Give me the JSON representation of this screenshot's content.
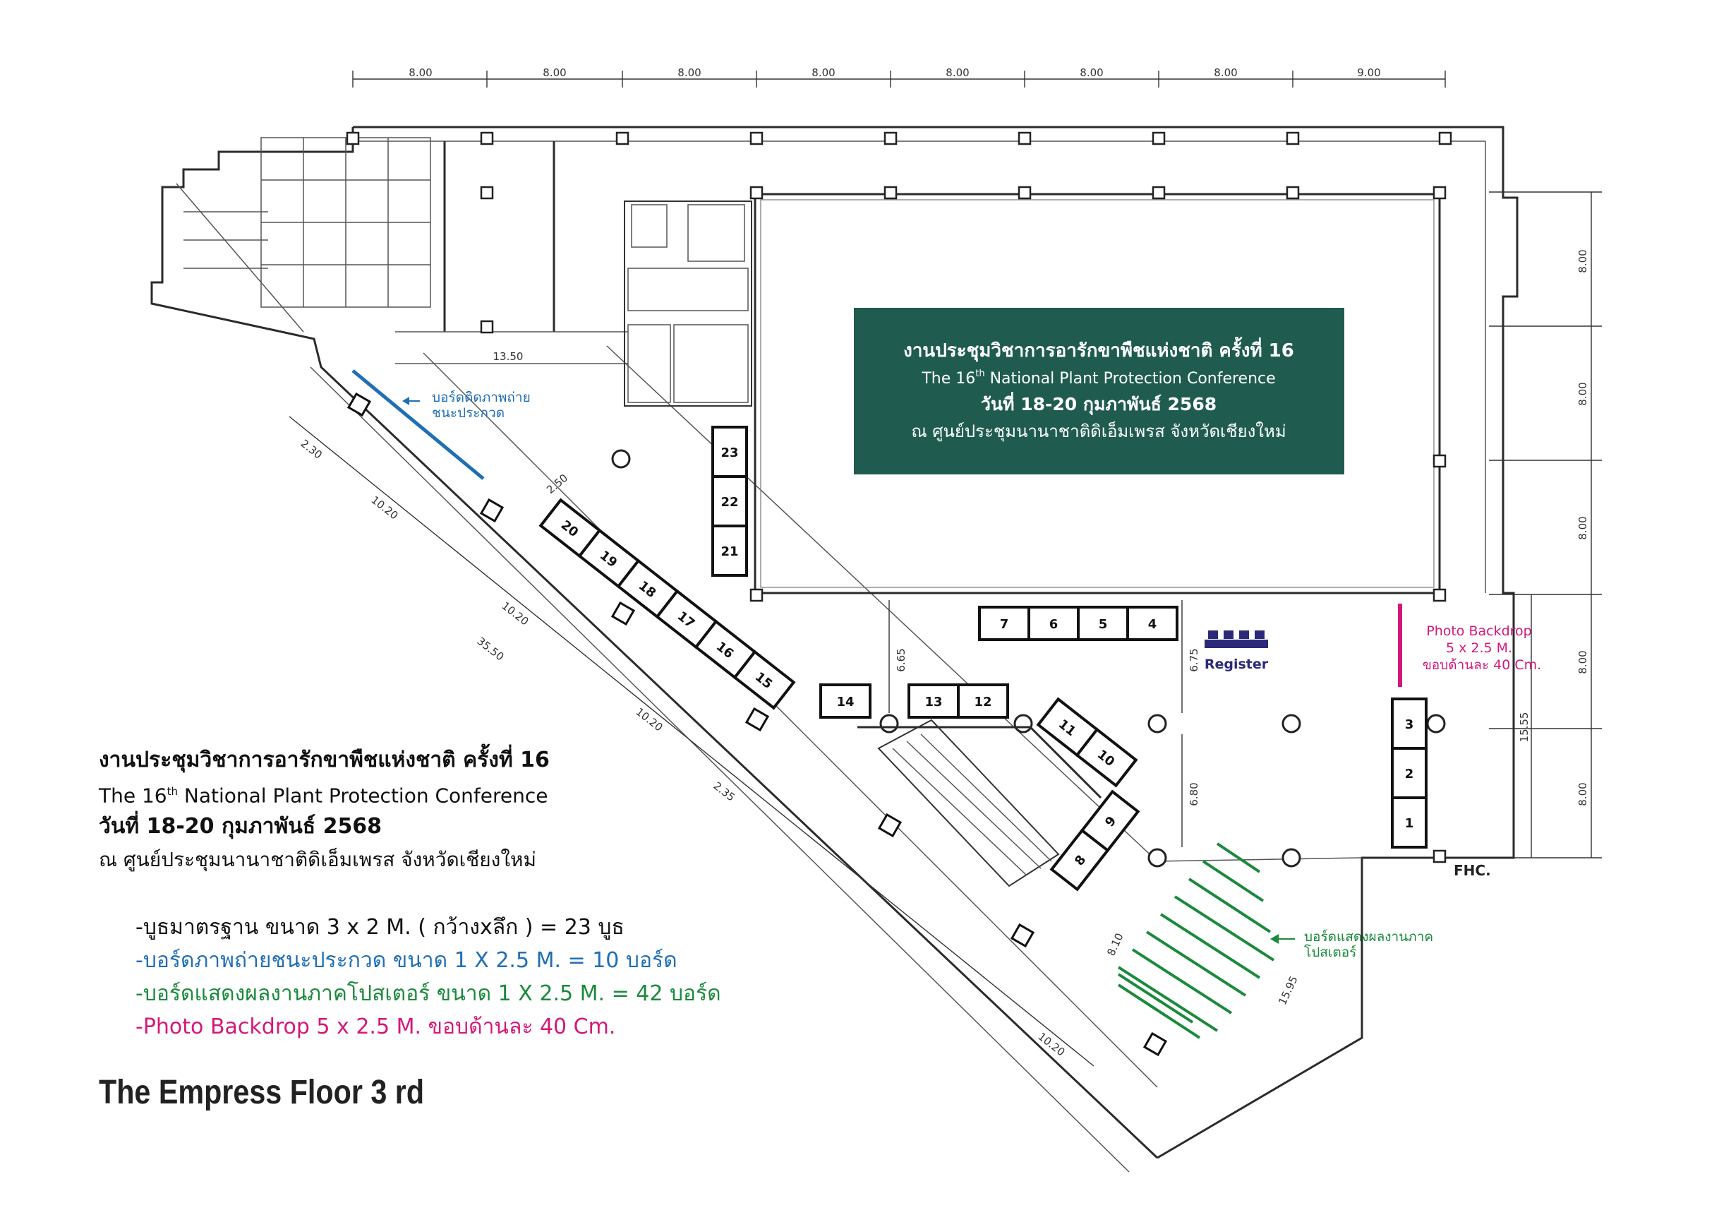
{
  "colors": {
    "banner_bg": "#1f5c4f",
    "photo_board": "#1f6fb5",
    "poster_board": "#1a8a3c",
    "backdrop": "#d4187a",
    "register": "#2c2a78"
  },
  "banner": {
    "line1": "งานประชุมวิชาการอารักขาพืชแห่งชาติ ครั้งที่ 16",
    "line2_pre": "The 16",
    "line2_sup": "th",
    "line2_post": " National Plant Protection Conference",
    "line3": "วันที่ 18-20 กุมภาพันธ์ 2568",
    "line4": "ณ ศูนย์ประชุมนานาชาติดิเอ็มเพรส จังหวัดเชียงใหม่"
  },
  "info": {
    "line1": "งานประชุมวิชาการอารักขาพืชแห่งชาติ ครั้งที่ 16",
    "line2_pre": "The 16",
    "line2_sup": "th",
    "line2_post": " National Plant Protection Conference",
    "line3": "วันที่ 18-20 กุมภาพันธ์ 2568",
    "line4": "ณ ศูนย์ประชุมนานาชาติดิเอ็มเพรส จังหวัดเชียงใหม่"
  },
  "legend": {
    "booths": "-บูธมาตรฐาน ขนาด 3 x 2 M. ( กว้างxลึก )  = 23 บูธ",
    "photo_boards": "-บอร์ดภาพถ่ายชนะประกวด ขนาด 1 X 2.5 M. = 10 บอร์ด",
    "poster_boards": "-บอร์ดแสดงผลงานภาคโปสเตอร์ ขนาด 1 X 2.5 M. = 42 บอร์ด",
    "backdrop": "-Photo Backdrop 5 x 2.5 M. ขอบด้านละ 40 Cm."
  },
  "floor_title": "The Empress Floor 3 rd",
  "labels": {
    "photo_board_1": "บอร์ดติดภาพถ่าย",
    "photo_board_2": "ชนะประกวด",
    "poster_board_1": "บอร์ดแสดงผลงานภาค",
    "poster_board_2": "โปสเตอร์",
    "backdrop_1": "Photo Backdrop",
    "backdrop_2": "5 x 2.5 M.",
    "backdrop_3": "ขอบด้านละ 40 Cm.",
    "register": "Register",
    "fhc": "FHC."
  },
  "dimensions": {
    "top": [
      "8.00",
      "8.00",
      "8.00",
      "8.00",
      "8.00",
      "8.00",
      "8.00",
      "9.00"
    ],
    "right": [
      "8.00",
      "8.00",
      "8.00",
      "8.00",
      "8.00"
    ],
    "right_total": "15.55",
    "inner": [
      "13.50",
      "2.30",
      "10.20",
      "10.20",
      "35.50",
      "10.20",
      "2.35",
      "6.65",
      "6.75",
      "6.80",
      "8.10",
      "15.95",
      "10.20",
      "2.50"
    ]
  },
  "booths": [
    "1",
    "2",
    "3",
    "4",
    "5",
    "6",
    "7",
    "8",
    "9",
    "10",
    "11",
    "12",
    "13",
    "14",
    "15",
    "16",
    "17",
    "18",
    "19",
    "20",
    "21",
    "22",
    "23"
  ]
}
